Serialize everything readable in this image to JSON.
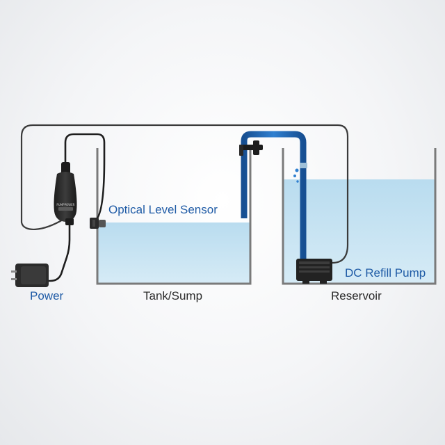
{
  "labels": {
    "sensor": "Optical Level Sensor",
    "power": "Power",
    "tank": "Tank/Sump",
    "reservoir": "Reservoir",
    "pump": "DC Refill Pump"
  },
  "controller": {
    "port_pump": "PUMP",
    "port_power": "POWER"
  },
  "colors": {
    "label_blue": "#1f5ba6",
    "label_dark": "#2b2b2b",
    "water": "#c7e2f1",
    "tube": "#1f66b3",
    "cable": "#3a3a3a",
    "tank_wall": "#7a7a7a"
  }
}
